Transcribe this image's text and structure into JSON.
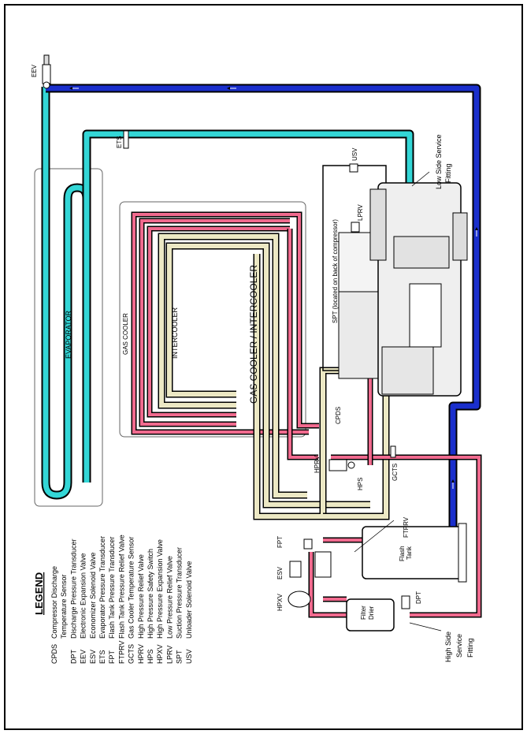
{
  "components": {
    "evaporator": "EVAPORATOR",
    "gas_cooler": "GAS COOLER",
    "intercooler": "INTERCOOLER",
    "gas_cooler_intercooler": "GAS COOLER / INTERCOOLER",
    "flash_tank_line1": "Flash",
    "flash_tank_line2": "Tank",
    "filter_drier_line1": "Filter",
    "filter_drier_line2": "Drier"
  },
  "callouts": {
    "eev": "EEV",
    "ets": "ETS",
    "usv": "USV",
    "low_side_line1": "Low Side Service",
    "low_side_line2": "Fitting",
    "lprv": "LPRV",
    "spt": "SPT (located on back of compressor)",
    "cpds": "CPDS",
    "hprv": "HPRV",
    "hps": "HPS",
    "gcts": "GCTS",
    "ftprv": "FTPRV",
    "fpt": "FPT",
    "esv": "ESV",
    "hpxv": "HPXV",
    "dpt": "DPT",
    "high_side_line1": "High Side",
    "high_side_line2": "Service",
    "high_side_line3": "Fitting"
  },
  "legend": {
    "title": "LEGEND",
    "items": [
      {
        "abbr": "CPDS",
        "desc": "Compressor Discharge"
      },
      {
        "abbr": "",
        "desc": "Temperature Sensor"
      },
      {
        "abbr": "DPT",
        "desc": "Discharge Pressure Transducer"
      },
      {
        "abbr": "EEV",
        "desc": "Electronic Expansion Valve"
      },
      {
        "abbr": "ESV",
        "desc": "Economizer Solenoid Valve"
      },
      {
        "abbr": "ETS",
        "desc": "Evaporator Pressure Transducer"
      },
      {
        "abbr": "FPT",
        "desc": "Flash Tank Pressure Transducer"
      },
      {
        "abbr": "FTPRV",
        "desc": "Flash Tank Pressure Relief Valve"
      },
      {
        "abbr": "GCTS",
        "desc": "Gas Cooler Temperature Sensor"
      },
      {
        "abbr": "HPRV",
        "desc": "High Pressure Relief Valve"
      },
      {
        "abbr": "HPS",
        "desc": "High Pressure Safety Switch"
      },
      {
        "abbr": "HPXV",
        "desc": "High Pressure Expansion Valve"
      },
      {
        "abbr": "LPRV",
        "desc": "Low Pressure Relief Valve"
      },
      {
        "abbr": "SPT",
        "desc": "Suction Pressure Transducer"
      },
      {
        "abbr": "USV",
        "desc": "Unloader Solenoid Valve"
      }
    ]
  },
  "colors": {
    "suction_cyan": "#33d6d6",
    "suction_blue": "#1a2fcc",
    "discharge_pink": "#f06a8e",
    "intercooler_tan": "#ece8c4",
    "outline": "#000000"
  }
}
